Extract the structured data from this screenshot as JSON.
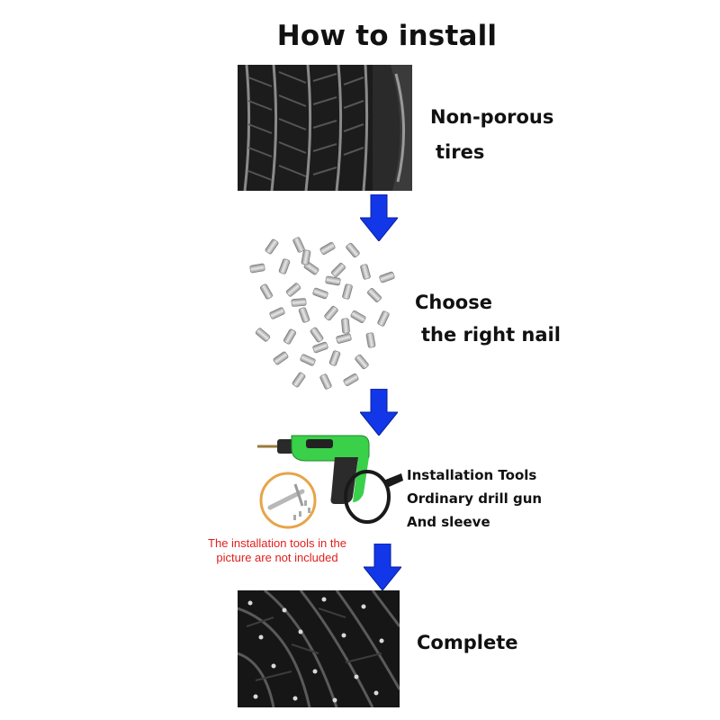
{
  "title": "How to install",
  "steps": [
    {
      "id": "tires",
      "lines": [
        "Non-porous",
        "tires"
      ],
      "image": "tire-tread-image"
    },
    {
      "id": "nail",
      "lines": [
        "Choose",
        "the right nail"
      ],
      "image": "tire-studs-image"
    },
    {
      "id": "tools",
      "lines": [
        "Installation Tools",
        "Ordinary drill gun",
        "And sleeve"
      ],
      "image": "drill-and-sleeve-image"
    },
    {
      "id": "complete",
      "lines": [
        "Complete"
      ],
      "image": "studded-tire-image"
    }
  ],
  "note": {
    "line1": "The installation tools in the",
    "line2": "picture are not included"
  },
  "colors": {
    "arrow": "#1237e8",
    "note": "#e0201c",
    "drill": "#3ad04a"
  }
}
